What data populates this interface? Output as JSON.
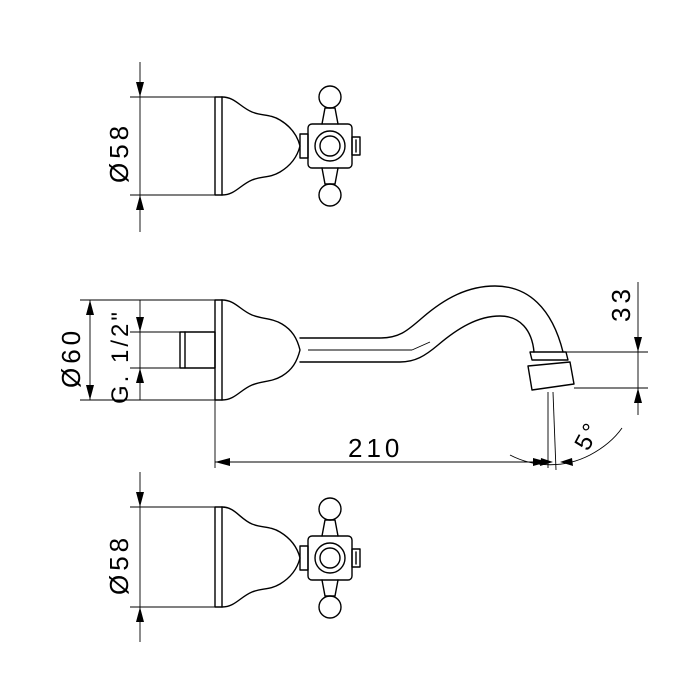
{
  "dimensions": {
    "top_valve_diameter": "Ø58",
    "spout_body_diameter": "Ø60",
    "thread_size": "G. 1/2\"",
    "spout_reach": "210",
    "spout_height": "33",
    "spout_angle": "5°",
    "bottom_valve_diameter": "Ø58"
  },
  "colors": {
    "line": "#000000",
    "background": "#ffffff"
  }
}
